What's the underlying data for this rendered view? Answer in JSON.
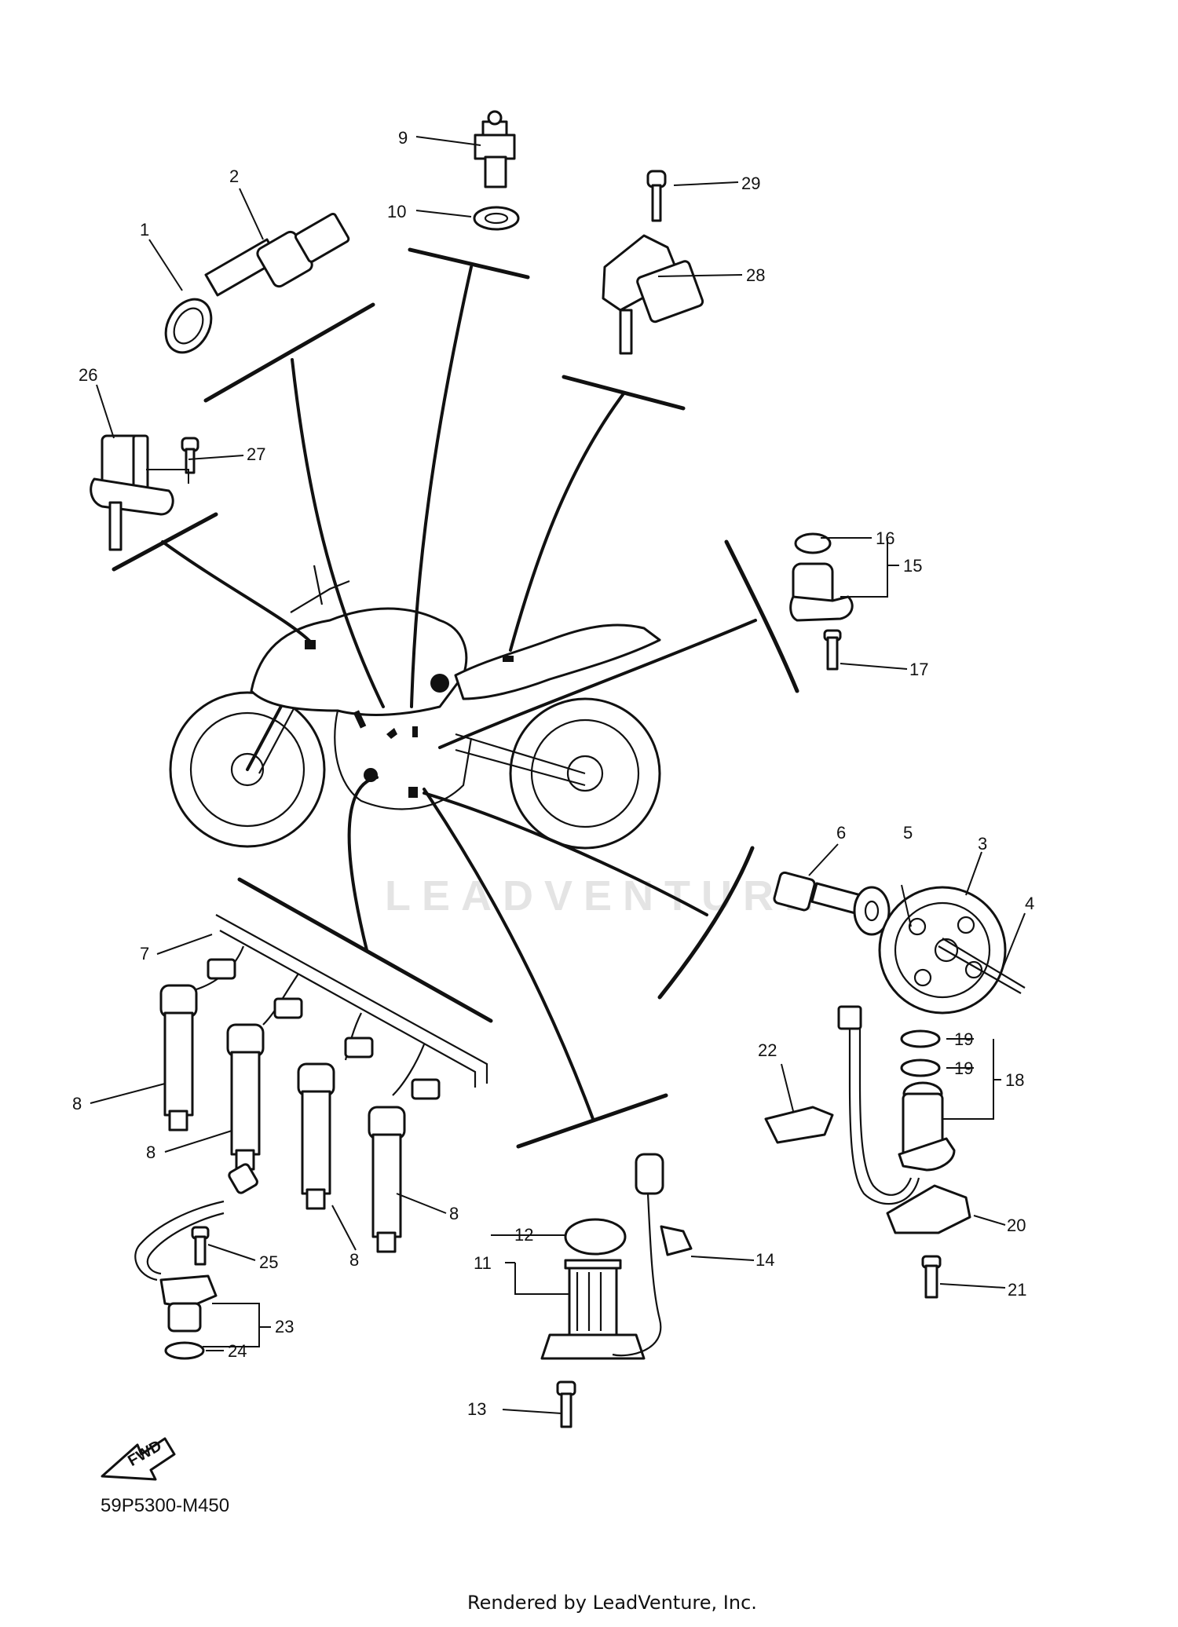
{
  "diagram_code": "59P5300-M450",
  "footer": "Rendered by LeadVenture, Inc.",
  "watermark": "LEADVENTURE",
  "fwd_label": "FWD",
  "callouts": {
    "c1": "1",
    "c2": "2",
    "c3": "3",
    "c4": "4",
    "c5": "5",
    "c6": "6",
    "c7": "7",
    "c8a": "8",
    "c8b": "8",
    "c8c": "8",
    "c8d": "8",
    "c9": "9",
    "c10": "10",
    "c11": "11",
    "c12": "12",
    "c13": "13",
    "c14": "14",
    "c15": "15",
    "c16": "16",
    "c17": "17",
    "c18": "18",
    "c19a": "19",
    "c19b": "19",
    "c20": "20",
    "c21": "21",
    "c22": "22",
    "c23": "23",
    "c24": "24",
    "c25": "25",
    "c26": "26",
    "c27": "27",
    "c28": "28",
    "c29": "29"
  }
}
